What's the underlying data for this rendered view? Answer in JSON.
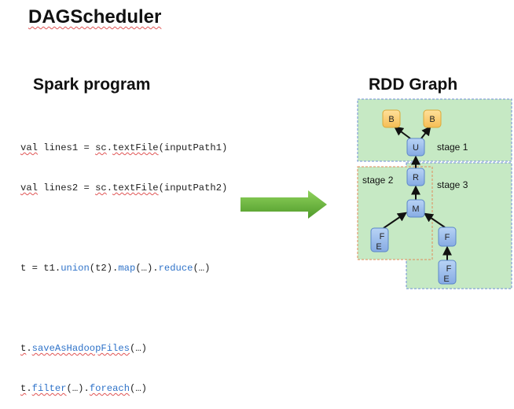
{
  "title": "DAGScheduler",
  "spark_program": {
    "heading": "Spark program",
    "code": {
      "line1": {
        "kw": "val",
        "mid": " lines1 = ",
        "sc": "sc",
        "dot": ".",
        "fn": "textFile",
        "args": "(inputPath1)"
      },
      "line2": {
        "kw": "val",
        "mid": " lines2 = ",
        "sc": "sc",
        "dot": ".",
        "fn": "textFile",
        "args": "(inputPath2)"
      },
      "line3": {
        "pre": "t = t1.",
        "fn1": "union",
        "a1": "(t2).",
        "fn2": "map",
        "a2": "(…).",
        "fn3": "reduce",
        "a3": "(…)"
      },
      "line4": {
        "t": "t",
        "dot": ".",
        "fn": "saveAsHadoopFiles",
        "args": "(…)"
      },
      "line5": {
        "t": "t",
        "dot": ".",
        "fn1": "filter",
        "a1": "(…).",
        "fn2": "foreach",
        "a2": "(…)"
      }
    }
  },
  "rdd_graph": {
    "heading": "RDD Graph",
    "stages": {
      "stage1": "stage 1",
      "stage2": "stage 2",
      "stage3": "stage 3"
    },
    "nodes": {
      "b1": "B",
      "b2": "B",
      "u": "U",
      "r": "R",
      "m": "M",
      "fe1_top": "F",
      "fe1_bot": "E",
      "f": "F",
      "fe2_top": "F",
      "fe2_bot": "E"
    },
    "colors": {
      "stage_fill": "#c6e9c4",
      "stage_border_blue": "#6f8fd6",
      "stage_border_orange": "#e08a5a",
      "node_blue": "#9ec1ee",
      "node_blue_border": "#5b86c7",
      "node_yellow": "#ffd27a",
      "node_yellow_border": "#d9a93a",
      "arrow_green": "#6ab33a"
    }
  }
}
